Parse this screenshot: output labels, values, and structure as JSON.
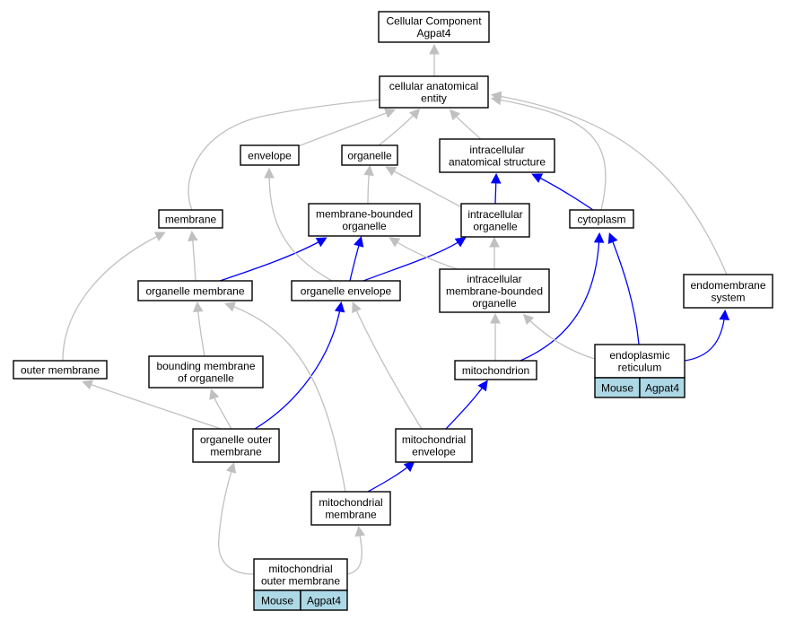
{
  "colors": {
    "is_a_edge": "#c0c0c0",
    "part_of_edge": "#0000ff",
    "annotation_fill": "#add8e6"
  },
  "nodes": {
    "cc_agpat4": {
      "lines": [
        "Cellular Component",
        "Agpat4"
      ]
    },
    "cellular_anatomical_entity": {
      "lines": [
        "cellular anatomical",
        "entity"
      ]
    },
    "envelope": {
      "lines": [
        "envelope"
      ]
    },
    "organelle": {
      "lines": [
        "organelle"
      ]
    },
    "intracellular_anatomical_structure": {
      "lines": [
        "intracellular",
        "anatomical structure"
      ]
    },
    "membrane": {
      "lines": [
        "membrane"
      ]
    },
    "membrane_bounded_organelle": {
      "lines": [
        "membrane-bounded",
        "organelle"
      ]
    },
    "intracellular_organelle": {
      "lines": [
        "intracellular",
        "organelle"
      ]
    },
    "cytoplasm": {
      "lines": [
        "cytoplasm"
      ]
    },
    "organelle_membrane": {
      "lines": [
        "organelle membrane"
      ]
    },
    "organelle_envelope": {
      "lines": [
        "organelle envelope"
      ]
    },
    "intracellular_membrane_bounded_organelle": {
      "lines": [
        "intracellular",
        "membrane-bounded",
        "organelle"
      ]
    },
    "endomembrane_system": {
      "lines": [
        "endomembrane",
        "system"
      ]
    },
    "outer_membrane": {
      "lines": [
        "outer membrane"
      ]
    },
    "bounding_membrane_of_organelle": {
      "lines": [
        "bounding membrane",
        "of organelle"
      ]
    },
    "mitochondrion": {
      "lines": [
        "mitochondrion"
      ]
    },
    "endoplasmic_reticulum": {
      "lines": [
        "endoplasmic",
        "reticulum"
      ],
      "annotation": [
        "Mouse",
        "Agpat4"
      ]
    },
    "organelle_outer_membrane": {
      "lines": [
        "organelle outer",
        "membrane"
      ]
    },
    "mitochondrial_envelope": {
      "lines": [
        "mitochondrial",
        "envelope"
      ]
    },
    "mitochondrial_membrane": {
      "lines": [
        "mitochondrial",
        "membrane"
      ]
    },
    "mitochondrial_outer_membrane": {
      "lines": [
        "mitochondrial",
        "outer membrane"
      ],
      "annotation": [
        "Mouse",
        "Agpat4"
      ]
    }
  },
  "edges": [
    {
      "from": "cellular_anatomical_entity",
      "to": "cc_agpat4",
      "type": "is_a"
    },
    {
      "from": "envelope",
      "to": "cellular_anatomical_entity",
      "type": "is_a"
    },
    {
      "from": "organelle",
      "to": "cellular_anatomical_entity",
      "type": "is_a"
    },
    {
      "from": "intracellular_anatomical_structure",
      "to": "cellular_anatomical_entity",
      "type": "is_a"
    },
    {
      "from": "membrane",
      "to": "cellular_anatomical_entity",
      "type": "is_a"
    },
    {
      "from": "cytoplasm",
      "to": "cellular_anatomical_entity",
      "type": "is_a"
    },
    {
      "from": "endomembrane_system",
      "to": "cellular_anatomical_entity",
      "type": "is_a"
    },
    {
      "from": "membrane_bounded_organelle",
      "to": "organelle",
      "type": "is_a"
    },
    {
      "from": "intracellular_organelle",
      "to": "organelle",
      "type": "is_a"
    },
    {
      "from": "intracellular_organelle",
      "to": "intracellular_anatomical_structure",
      "type": "part_of"
    },
    {
      "from": "cytoplasm",
      "to": "intracellular_anatomical_structure",
      "type": "part_of"
    },
    {
      "from": "organelle_membrane",
      "to": "membrane",
      "type": "is_a"
    },
    {
      "from": "organelle_membrane",
      "to": "membrane_bounded_organelle",
      "type": "part_of"
    },
    {
      "from": "organelle_envelope",
      "to": "envelope",
      "type": "is_a"
    },
    {
      "from": "organelle_envelope",
      "to": "membrane_bounded_organelle",
      "type": "part_of"
    },
    {
      "from": "organelle_envelope",
      "to": "intracellular_organelle",
      "type": "part_of"
    },
    {
      "from": "intracellular_membrane_bounded_organelle",
      "to": "membrane_bounded_organelle",
      "type": "is_a"
    },
    {
      "from": "intracellular_membrane_bounded_organelle",
      "to": "intracellular_organelle",
      "type": "is_a"
    },
    {
      "from": "outer_membrane",
      "to": "membrane",
      "type": "is_a"
    },
    {
      "from": "bounding_membrane_of_organelle",
      "to": "organelle_membrane",
      "type": "is_a"
    },
    {
      "from": "mitochondrion",
      "to": "intracellular_membrane_bounded_organelle",
      "type": "is_a"
    },
    {
      "from": "mitochondrion",
      "to": "cytoplasm",
      "type": "part_of"
    },
    {
      "from": "endoplasmic_reticulum",
      "to": "intracellular_membrane_bounded_organelle",
      "type": "is_a"
    },
    {
      "from": "endoplasmic_reticulum",
      "to": "cytoplasm",
      "type": "part_of"
    },
    {
      "from": "endoplasmic_reticulum",
      "to": "endomembrane_system",
      "type": "part_of"
    },
    {
      "from": "organelle_outer_membrane",
      "to": "outer_membrane",
      "type": "is_a"
    },
    {
      "from": "organelle_outer_membrane",
      "to": "bounding_membrane_of_organelle",
      "type": "is_a"
    },
    {
      "from": "organelle_outer_membrane",
      "to": "organelle_envelope",
      "type": "part_of"
    },
    {
      "from": "mitochondrial_envelope",
      "to": "organelle_envelope",
      "type": "is_a"
    },
    {
      "from": "mitochondrial_envelope",
      "to": "mitochondrion",
      "type": "part_of"
    },
    {
      "from": "mitochondrial_membrane",
      "to": "organelle_membrane",
      "type": "is_a"
    },
    {
      "from": "mitochondrial_membrane",
      "to": "mitochondrial_envelope",
      "type": "part_of"
    },
    {
      "from": "mitochondrial_outer_membrane",
      "to": "organelle_outer_membrane",
      "type": "is_a"
    },
    {
      "from": "mitochondrial_outer_membrane",
      "to": "mitochondrial_membrane",
      "type": "is_a"
    }
  ]
}
